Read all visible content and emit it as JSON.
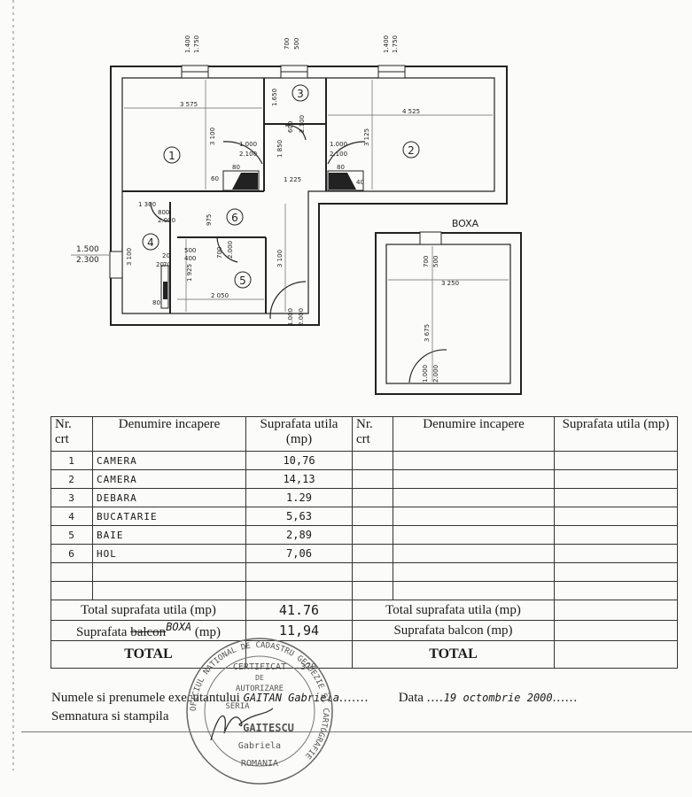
{
  "plan": {
    "boxa_label": "BOXA",
    "room_numbers": [
      "1",
      "2",
      "3",
      "4",
      "5",
      "6"
    ],
    "dimensions": {
      "top_window_1": [
        "1.400",
        "1.750"
      ],
      "top_window_3": [
        "700",
        "500"
      ],
      "top_window_2": [
        "1.400",
        "1.750"
      ],
      "room1_width": "3 575",
      "room1_height": "3 100",
      "room2_width": "4 525",
      "room2_height": "3 125",
      "room3_height": "1.650",
      "hall_height": "1 850",
      "hall_width": "1 225",
      "door1": [
        "1.000",
        "2.100"
      ],
      "door2": [
        "1.000",
        "2.100"
      ],
      "door3": [
        "600",
        "2.100"
      ],
      "stove1": "80",
      "stove1_side": "60",
      "stove2": "80",
      "stove2_side": "40",
      "kitchen_width": "1 300",
      "kitchen_door": [
        "800",
        "2.000"
      ],
      "kitchen_height": "3 100",
      "hall6_dim": "975",
      "left_window": [
        "1.500",
        "2.300"
      ],
      "bath_window": [
        "500",
        "400"
      ],
      "bath_door": [
        "700",
        "2.000"
      ],
      "bath_height": "1 925",
      "bath_width": "2 050",
      "bath_small": [
        "20",
        "20",
        "70"
      ],
      "bath_80": "80",
      "hall_long": "3 100",
      "entry_door": [
        "1.000",
        "2.000"
      ],
      "boxa_window": [
        "700",
        "500"
      ],
      "boxa_width": "3 250",
      "boxa_height": "3 675",
      "boxa_door": [
        "1.000",
        "2.000"
      ]
    }
  },
  "table": {
    "headers": {
      "nr": "Nr. crt",
      "name": "Denumire incapere",
      "area": "Suprafata utila (mp)"
    },
    "rows": [
      {
        "nr": "1",
        "name": "CAMERA",
        "area": "10,76"
      },
      {
        "nr": "2",
        "name": "CAMERA",
        "area": "14,13"
      },
      {
        "nr": "3",
        "name": "DEBARA",
        "area": "1.29"
      },
      {
        "nr": "4",
        "name": "BUCATARIE",
        "area": "5,63"
      },
      {
        "nr": "5",
        "name": "BAIE",
        "area": "2,89"
      },
      {
        "nr": "6",
        "name": "HOL",
        "area": "7,06"
      }
    ],
    "total_util_label": "Total suprafata utila (mp)",
    "total_util_value": "41.76",
    "balcon_label_prefix": "Suprafata ",
    "balcon_struck": "balcon",
    "balcon_label_suffix": " (mp)",
    "boxa_note": "BOXA",
    "balcon_value": "11,94",
    "balcon_label_right": "Suprafata balcon (mp)",
    "total_label": "TOTAL"
  },
  "footer": {
    "name_label": "Numele si prenumele executantului",
    "name_value": "GAITAN Gabriela",
    "date_label": "Data",
    "date_value": "19 octombrie 2000",
    "signature_label": "Semnatura si stampila"
  },
  "stamp": {
    "ring_text": "OFICIUL NATIONAL DE CADASTRU GEODEZIE SI CARTOGRAFIE",
    "line1": "CERTIFICAT",
    "line2": "DE",
    "line3": "AUTORIZARE",
    "seria": "SERIA",
    "number": "370",
    "name": "GAITESCU",
    "first": "Gabriela",
    "country": "ROMANIA"
  }
}
